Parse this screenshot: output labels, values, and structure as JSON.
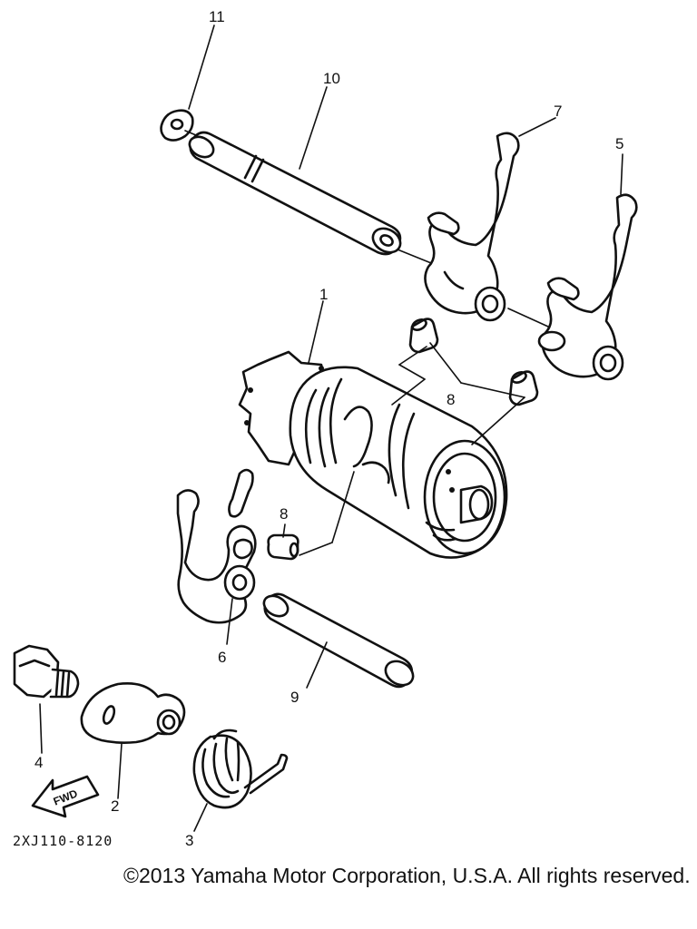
{
  "callouts": {
    "c1": "1",
    "c2": "2",
    "c3": "3",
    "c4": "4",
    "c5": "5",
    "c6": "6",
    "c7": "7",
    "c8a": "8",
    "c8b": "8",
    "c9": "9",
    "c10": "10",
    "c11": "11"
  },
  "fwd_label": "FWD",
  "part_code": "2XJ110-8120",
  "copyright": "©2013 Yamaha Motor Corporation, U.S.A. All rights reserved."
}
